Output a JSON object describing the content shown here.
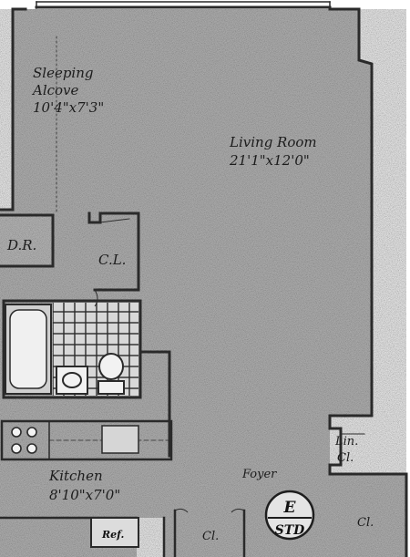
{
  "rooms": {
    "sleeping_alcove": {
      "name_line1": "Sleeping",
      "name_line2": "Alcove",
      "dims": "10'4\"x7'3\""
    },
    "living_room": {
      "name": "Living Room",
      "dims": "21'1\"x12'0\""
    },
    "dining": {
      "name": "D.R."
    },
    "closet_bath": {
      "name": "C.L."
    },
    "linen_closet": {
      "name_line1": "Lin.",
      "name_line2": "Cl."
    },
    "kitchen": {
      "name": "Kitchen",
      "dims": "8'10\"x7'0\""
    },
    "foyer": {
      "name": "Foyer"
    },
    "refrigerator": {
      "name": "Ref."
    },
    "closet_bottom_left": {
      "name": "Cl."
    },
    "closet_bottom_right": {
      "name": "Cl."
    }
  },
  "entry_marker": {
    "line1": "E",
    "line2": "STD"
  },
  "colors": {
    "floor": "#bdbdbd",
    "wall": "#2a2a2a",
    "paper": "#ffffff"
  }
}
